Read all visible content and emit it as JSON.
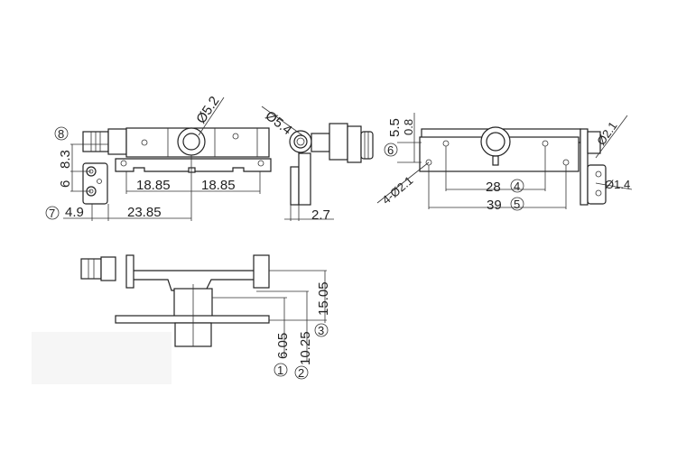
{
  "views": {
    "front": {
      "dim_left": "18.85",
      "dim_right": "18.85",
      "dim_offset": "23.85",
      "dim_small": "4.9",
      "dim_v1": "6",
      "dim_v2": "8.3",
      "dia": "Ø5.2",
      "callout_7": "7",
      "callout_8": "8"
    },
    "side": {
      "dia": "Ø5.4",
      "dim_thick": "2.7"
    },
    "back": {
      "dim_28": "28",
      "callout_4": "4",
      "dim_39": "39",
      "callout_5": "5",
      "dim_55": "5.5",
      "dim_08": "0.8",
      "callout_6": "6",
      "holes": "4-Ø2.1",
      "dia_pin": "Ø2.1",
      "dia_small": "Ø1.4"
    },
    "bottom": {
      "dim_1": "6.05",
      "callout_1": "1",
      "dim_2": "10.25",
      "callout_2": "2",
      "dim_3": "15.05",
      "callout_3": "3"
    }
  },
  "colors": {
    "line": "#222222",
    "background": "#ffffff",
    "watermark": "#f6f6f6"
  }
}
